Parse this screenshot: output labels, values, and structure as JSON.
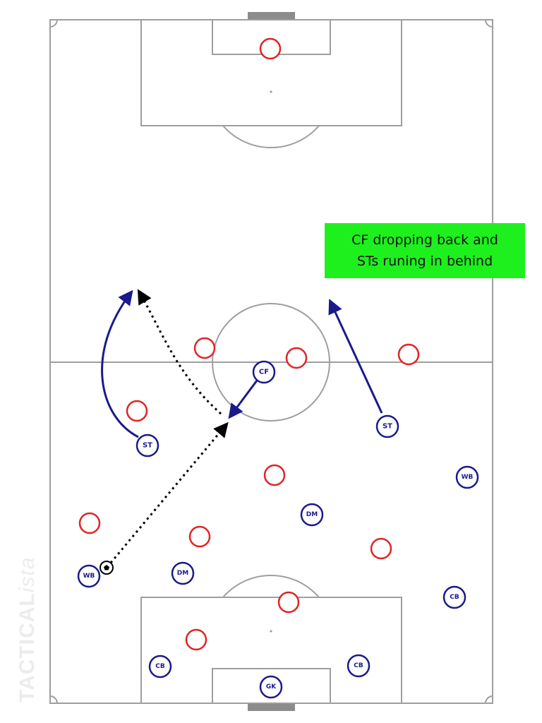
{
  "annotation": {
    "line1": "CF dropping back and",
    "line2": "STs runing in behind",
    "background": "#1ef01e"
  },
  "watermark": {
    "part1": "TACTICAL",
    "part2": "ista"
  },
  "colors": {
    "line": "#9e9e9e",
    "team_a": "#1a1a8c",
    "team_b": "#e02424",
    "goal": "#8c8c8c",
    "pass": "#000000"
  },
  "team_a_players": [
    {
      "id": "cf",
      "label": "CF"
    },
    {
      "id": "st-left",
      "label": "ST"
    },
    {
      "id": "st-right",
      "label": "ST"
    },
    {
      "id": "wb-right",
      "label": "WB"
    },
    {
      "id": "dm-right",
      "label": "DM"
    },
    {
      "id": "wb-left",
      "label": "WB"
    },
    {
      "id": "dm-left",
      "label": "DM"
    },
    {
      "id": "cb-right",
      "label": "CB"
    },
    {
      "id": "cb-left",
      "label": "CB"
    },
    {
      "id": "cb-center",
      "label": "CB"
    },
    {
      "id": "gk",
      "label": "GK"
    }
  ],
  "team_b_player_count": 11,
  "movement_arrows": [
    {
      "id": "cf-drop",
      "style": "solid"
    },
    {
      "id": "st-left-run",
      "style": "solid"
    },
    {
      "id": "st-right-run",
      "style": "solid"
    }
  ],
  "pass_arrows": [
    {
      "id": "pass-wb-to-cf",
      "style": "dotted"
    },
    {
      "id": "pass-cf-to-st",
      "style": "dotted"
    }
  ],
  "ball": {
    "holder": "WB"
  }
}
